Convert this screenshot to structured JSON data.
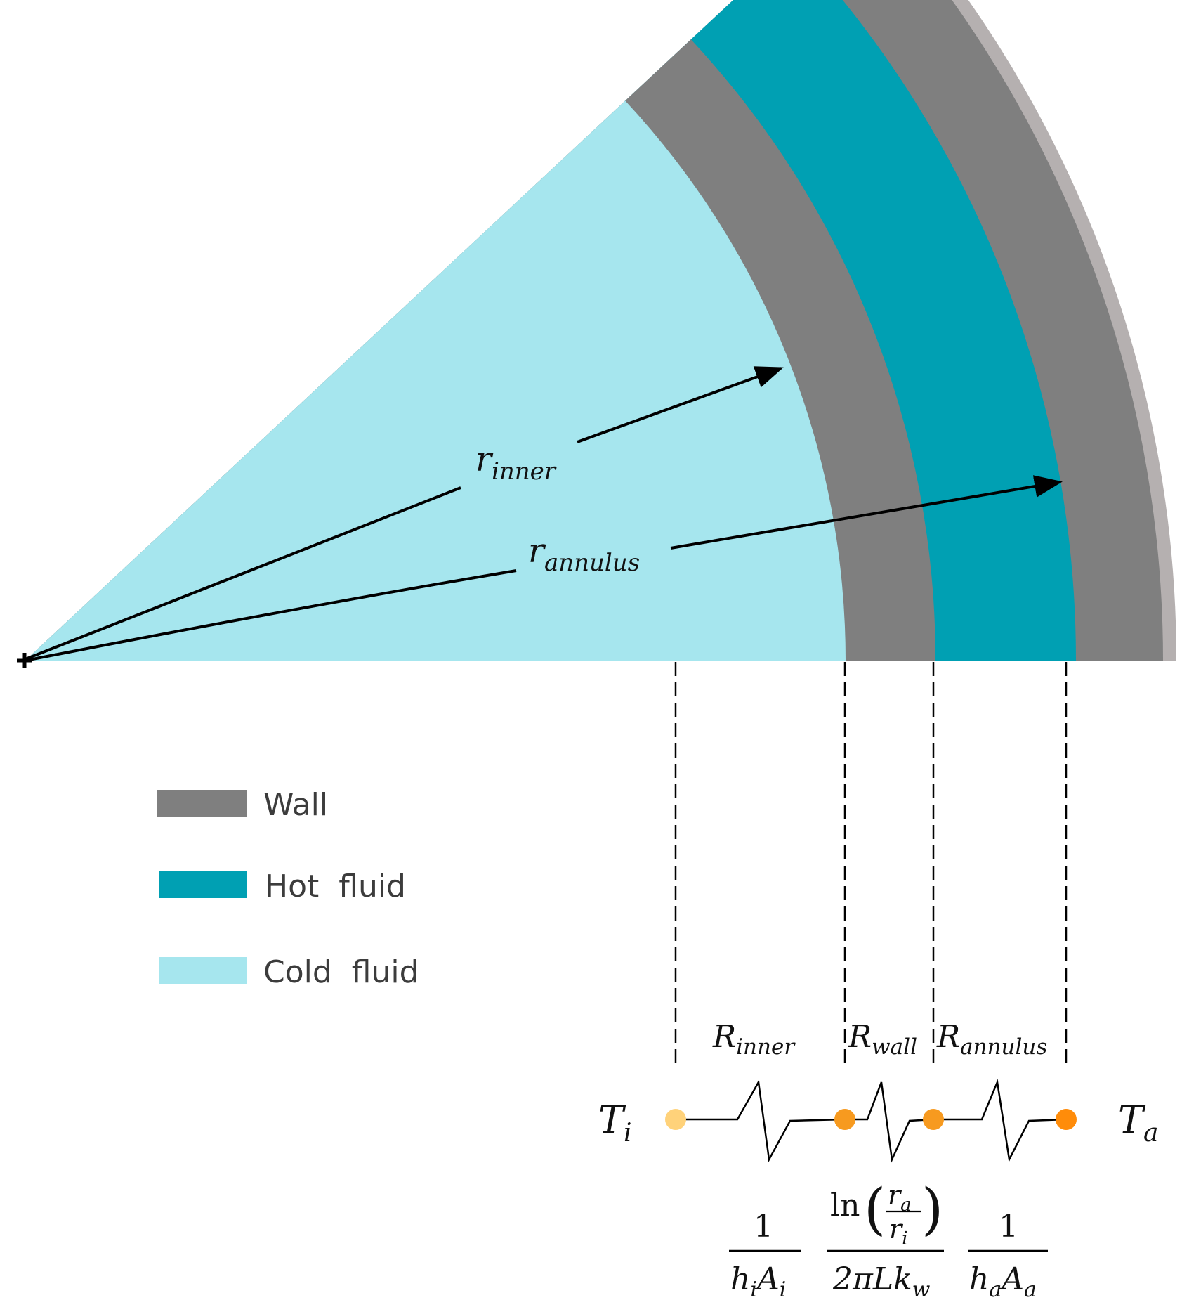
{
  "colors": {
    "wall": "#7f7f7f",
    "hot_fluid": "#00a0b3",
    "cold_fluid": "#a6e6ee",
    "outer_rim": "#b5b0b0",
    "temp_inner": "#ffd27a",
    "temp_node": "#f79a1f",
    "temp_outer": "#ff8c0a"
  },
  "legend": [
    {
      "label": "Wall",
      "color_key": "wall"
    },
    {
      "label": "Hot  fluid",
      "color_key": "hot_fluid"
    },
    {
      "label": "Cold  fluid",
      "color_key": "cold_fluid"
    }
  ],
  "radii": {
    "inner": {
      "symbol": "r",
      "sub": "inner"
    },
    "annulus": {
      "symbol": "r",
      "sub": "annulus"
    }
  },
  "resistances": [
    {
      "symbol": "R",
      "sub": "inner"
    },
    {
      "symbol": "R",
      "sub": "wall"
    },
    {
      "symbol": "R",
      "sub": "annulus"
    }
  ],
  "temperatures": {
    "left": {
      "symbol": "T",
      "sub": "i"
    },
    "right": {
      "symbol": "T",
      "sub": "a"
    }
  },
  "formulas": {
    "inner": {
      "numerator": "1",
      "den_h": "h",
      "den_h_sub": "i",
      "den_A": "A",
      "den_A_sub": "i"
    },
    "wall": {
      "ln": "ln",
      "ra": "r",
      "ra_sub": "a",
      "ri": "r",
      "ri_sub": "i",
      "den": "2πLk",
      "den_sub": "w"
    },
    "annulus": {
      "numerator": "1",
      "den_h": "h",
      "den_h_sub": "a",
      "den_A": "A",
      "den_A_sub": "a"
    }
  }
}
